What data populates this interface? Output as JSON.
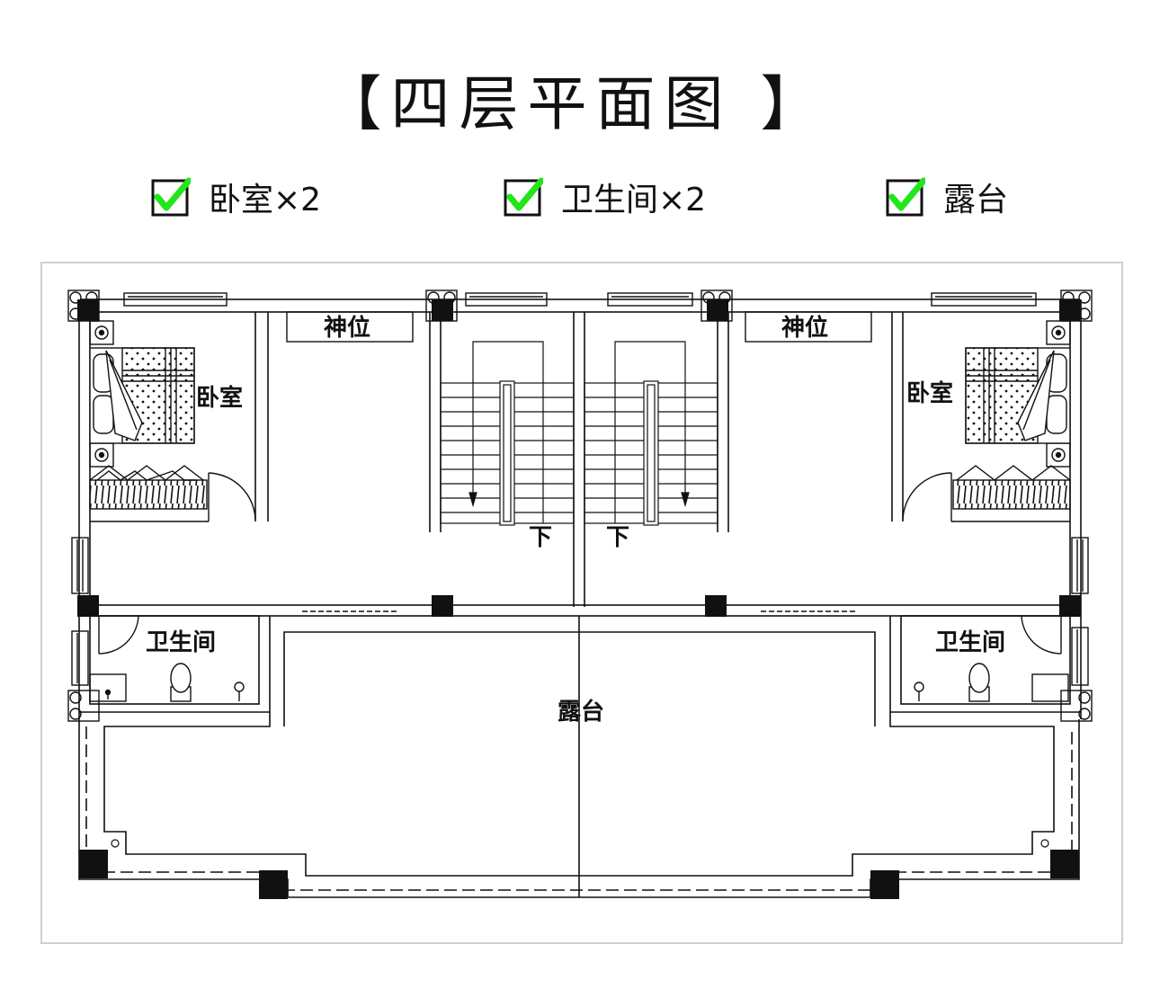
{
  "title": "【四层平面图 】",
  "features": [
    {
      "label": "卧室×2",
      "icon": "green-check-icon"
    },
    {
      "label": "卫生间×2",
      "icon": "green-check-icon"
    },
    {
      "label": "露台",
      "icon": "green-check-icon"
    }
  ],
  "rooms": {
    "bedroom_left": "卧室",
    "bedroom_right": "卧室",
    "shrine_left": "神位",
    "shrine_right": "神位",
    "stair_left": "下",
    "stair_right": "下",
    "bath_left": "卫生间",
    "bath_right": "卫生间",
    "terrace": "露台"
  },
  "colors": {
    "check_green": "#22e51c",
    "line": "#111111",
    "frame": "#cfcfcf"
  }
}
